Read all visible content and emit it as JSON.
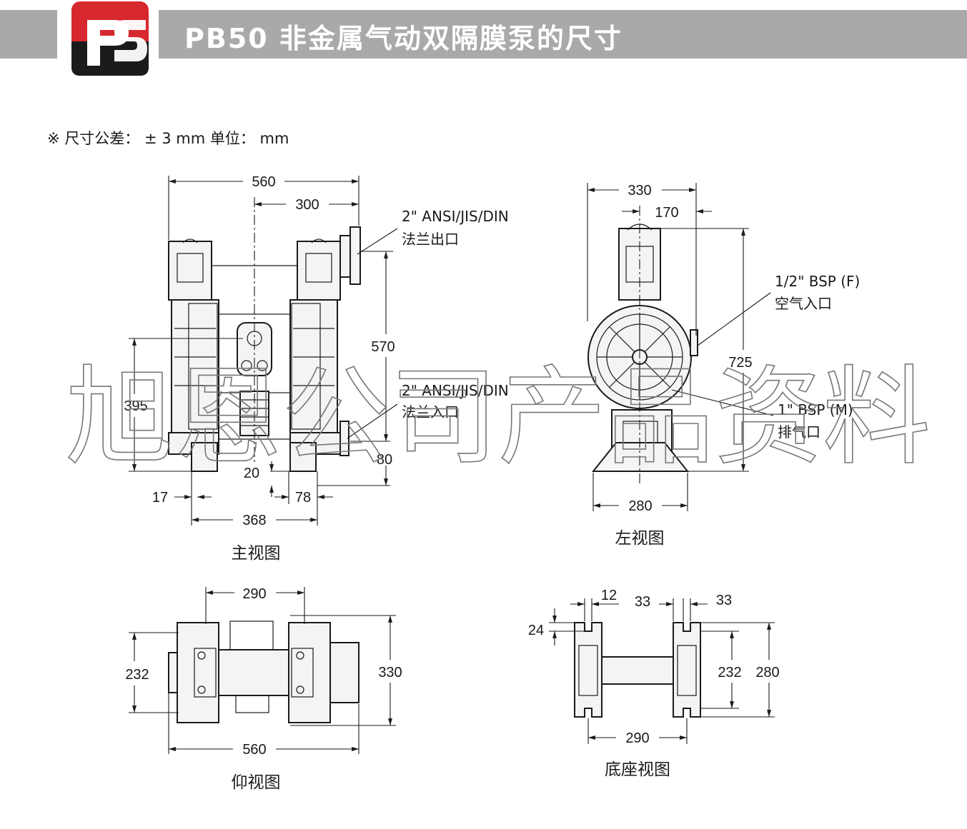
{
  "header": {
    "logo_text": "PS",
    "title": "PB50 非金属气动双隔膜泵的尺寸",
    "bar_color": "#a9a9a9",
    "logo_red": "#d7282f",
    "logo_dark": "#1b1b1b"
  },
  "tolerance_note": "※ 尺寸公差： ± 3 mm   单位：  mm",
  "watermark": "旭恩公司产品资料",
  "front_view": {
    "caption": "主视图",
    "outlet_label_1": "2\" ANSI/JIS/DIN",
    "outlet_label_2": "法兰出口",
    "inlet_label_1": "2\" ANSI/JIS/DIN",
    "inlet_label_2": "法兰入口",
    "dims": {
      "overall_width": "560",
      "outlet_offset": "300",
      "outlet_height": "570",
      "air_height": "395",
      "inlet_height": "80",
      "base_gap": "20",
      "foot_left": "17",
      "foot_right": "78",
      "foot_span": "368"
    }
  },
  "left_view": {
    "caption": "左视图",
    "air_label_1": "1/2\" BSP (F)",
    "air_label_2": "空气入口",
    "exhaust_label_1": "1\" BSP (M)",
    "exhaust_label_2": "排气口",
    "dims": {
      "overall_depth": "330",
      "center_offset": "170",
      "overall_height": "725",
      "base_width": "280"
    }
  },
  "bottom_view": {
    "caption": "仰视图",
    "dims": {
      "bolt_span": "290",
      "overall_width": "560",
      "mount_depth": "232",
      "overall_depth": "330"
    }
  },
  "base_view": {
    "caption": "底座视图",
    "dims": {
      "slot_width": "12",
      "left_rail": "33",
      "right_rail": "33",
      "slot_depth": "24",
      "inner_depth": "232",
      "outer_depth": "280",
      "rail_span": "290"
    }
  }
}
